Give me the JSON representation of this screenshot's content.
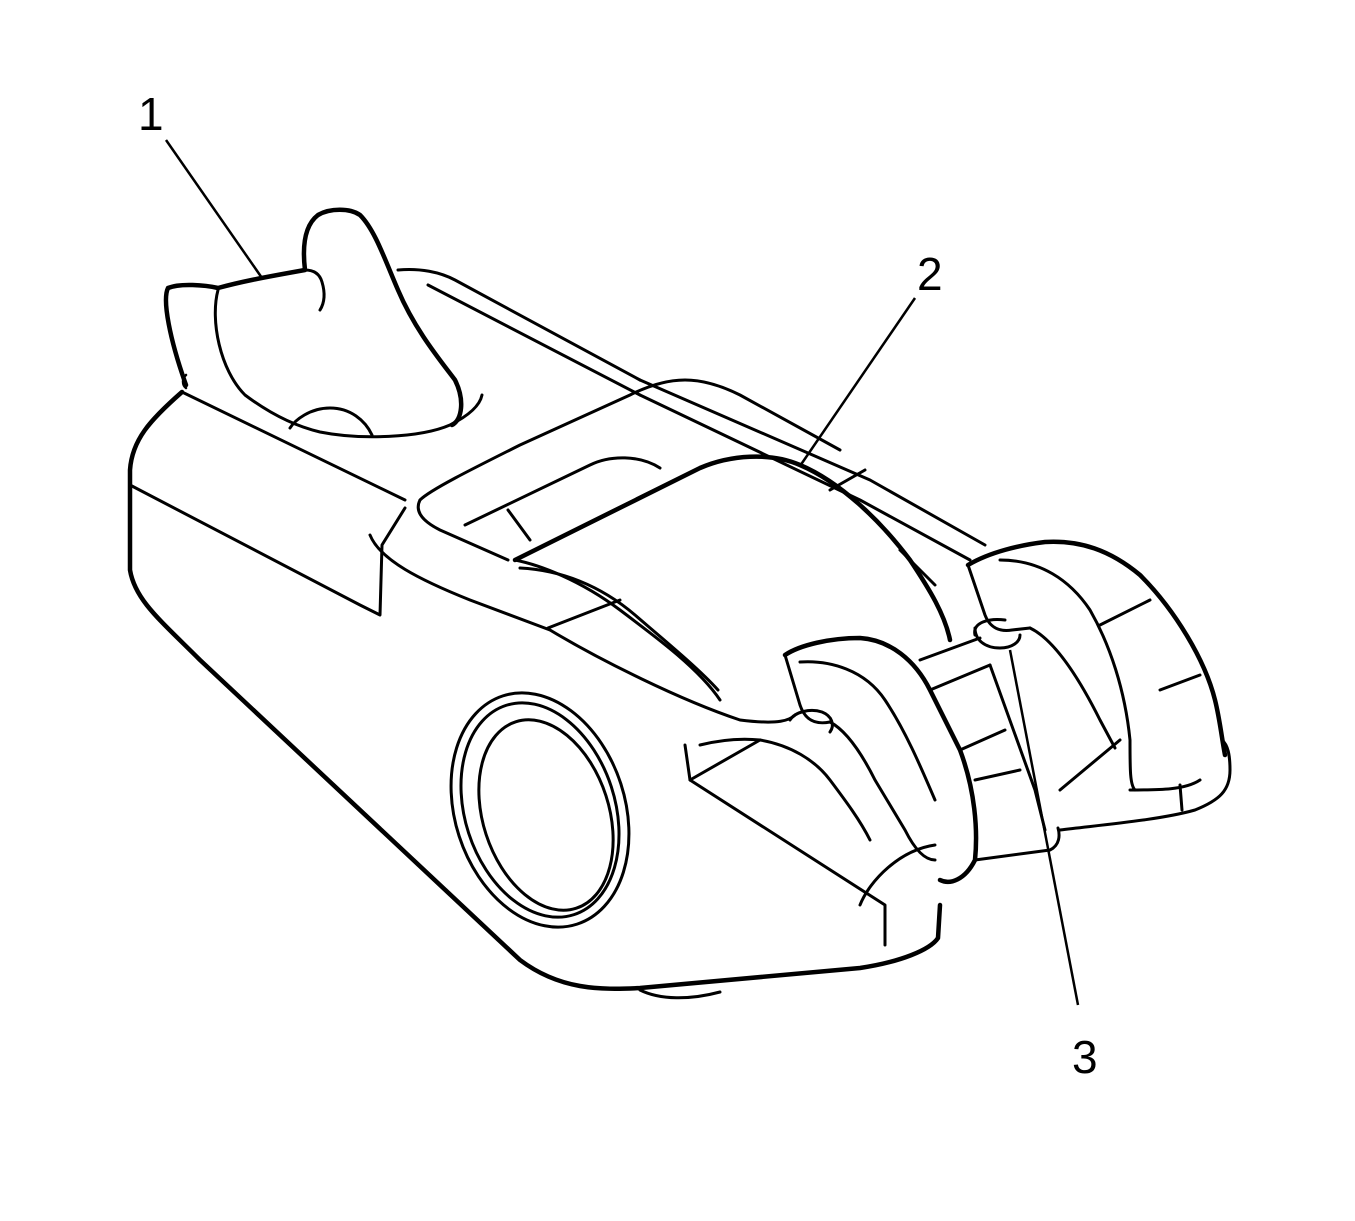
{
  "diagram": {
    "style": "line-art",
    "stroke_color": "#000000",
    "background": "#ffffff"
  },
  "callouts": [
    {
      "id": "1",
      "label": "1"
    },
    {
      "id": "2",
      "label": "2"
    },
    {
      "id": "3",
      "label": "3"
    }
  ]
}
